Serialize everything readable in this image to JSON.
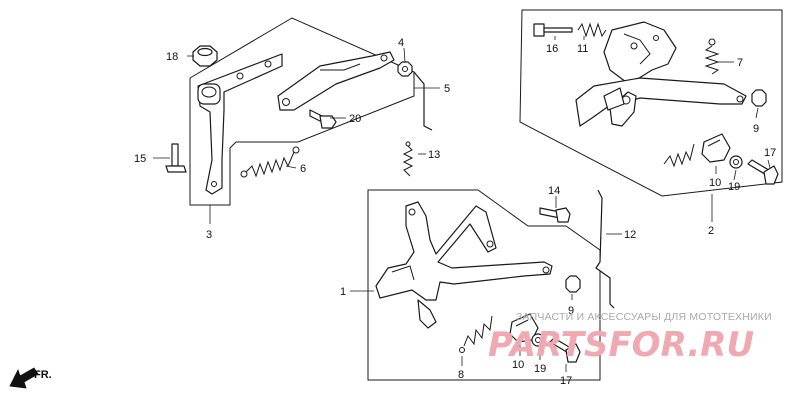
{
  "callouts": {
    "c1": "1",
    "c2": "2",
    "c3": "3",
    "c4": "4",
    "c5": "5",
    "c6": "6",
    "c7": "7",
    "c8": "8",
    "c9a": "9",
    "c9b": "9",
    "c10a": "10",
    "c10b": "10",
    "c11": "11",
    "c12": "12",
    "c13": "13",
    "c14": "14",
    "c15": "15",
    "c16": "16",
    "c17a": "17",
    "c17b": "17",
    "c18": "18",
    "c19a": "19",
    "c19b": "19",
    "c20": "20"
  },
  "watermark": {
    "caption": "ЗАПЧАСТИ И АКСЕССУАРЫ ДЛЯ МОТОТЕХНИКИ",
    "logo": "PARTSFOR.RU"
  },
  "orientation": {
    "label": "FR."
  },
  "colors": {
    "line": "#1a1a1a",
    "logo": "#f0a9b2",
    "caption": "#a9a9a9"
  }
}
